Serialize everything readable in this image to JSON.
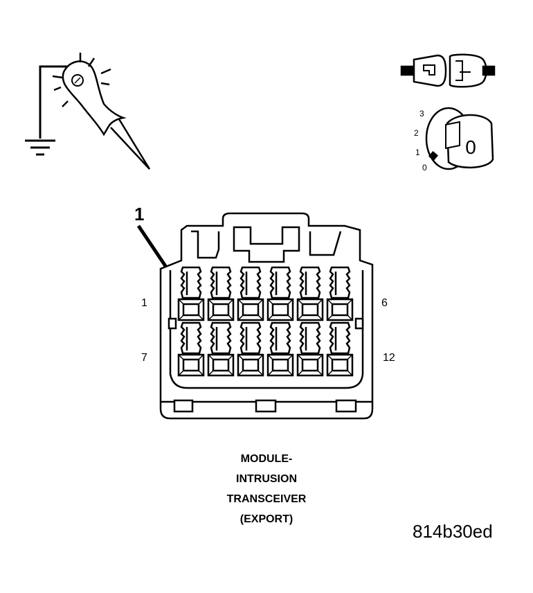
{
  "callout": {
    "number": "1"
  },
  "connector": {
    "pin_labels": {
      "top_left": "1",
      "top_right": "6",
      "bottom_left": "7",
      "bottom_right": "12"
    }
  },
  "ignition_switch": {
    "positions": [
      "3",
      "2",
      "1",
      "0"
    ],
    "key_label": "0"
  },
  "caption": {
    "lines": [
      "MODULE-",
      "INTRUSION",
      "TRANSCEIVER",
      "(EXPORT)"
    ]
  },
  "reference_code": "814b30ed",
  "icons": [
    "test-light-icon",
    "ground-symbol-icon",
    "connector-disconnect-icon",
    "ignition-switch-icon"
  ]
}
